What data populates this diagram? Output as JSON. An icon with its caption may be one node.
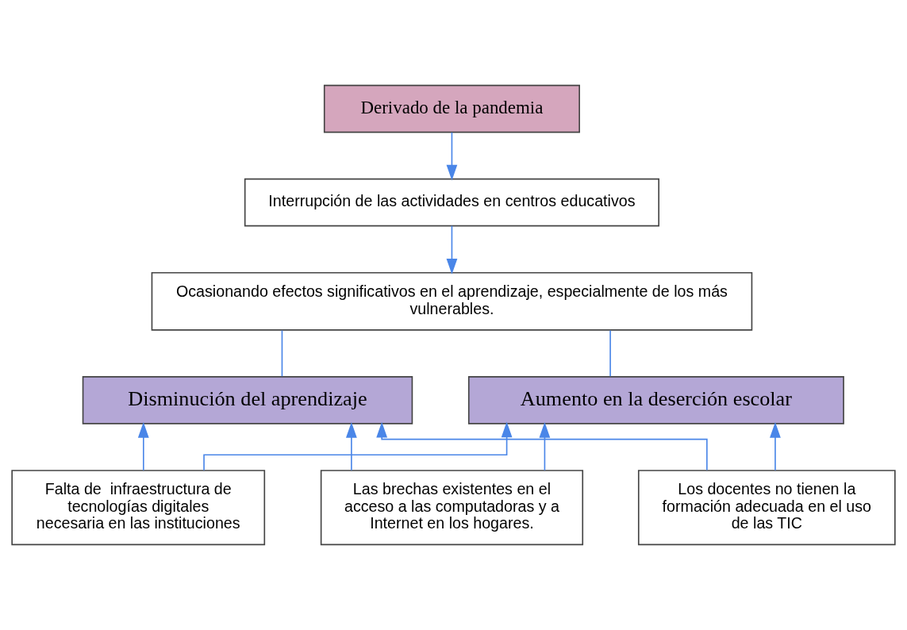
{
  "diagram": {
    "nodes": [
      {
        "text": [
          "Derivado de la pandemia"
        ]
      },
      {
        "text": [
          "Interrupción de las actividades en centros educativos"
        ]
      },
      {
        "text": [
          "Ocasionando efectos significativos en el aprendizaje, especialmente de los más vulnerables."
        ]
      },
      {
        "text": [
          "Disminución del aprendizaje"
        ]
      },
      {
        "text": [
          "Aumento en la deserción escolar"
        ]
      },
      {
        "text": [
          "Falta de  infraestructura de tecnologías digitales necesaria en las instituciones"
        ]
      },
      {
        "text": [
          "Las brechas existentes en el acceso a las computadoras y a Internet en los hogares."
        ]
      },
      {
        "text": [
          "Los docentes no tienen la formación adecuada en el uso de las TIC"
        ]
      }
    ],
    "edges": [
      {
        "from": 0,
        "to": 1,
        "arrow": "to"
      },
      {
        "from": 1,
        "to": 2,
        "arrow": "to"
      },
      {
        "from": 2,
        "to": 3,
        "arrow": "none"
      },
      {
        "from": 2,
        "to": 4,
        "arrow": "none"
      },
      {
        "from": 5,
        "to": 3,
        "arrow": "to"
      },
      {
        "from": 6,
        "to": 3,
        "arrow": "to"
      },
      {
        "from": 7,
        "to": 3,
        "arrow": "to"
      },
      {
        "from": 5,
        "to": 4,
        "arrow": "to"
      },
      {
        "from": 6,
        "to": 4,
        "arrow": "to"
      },
      {
        "from": 7,
        "to": 4,
        "arrow": "to"
      }
    ]
  }
}
